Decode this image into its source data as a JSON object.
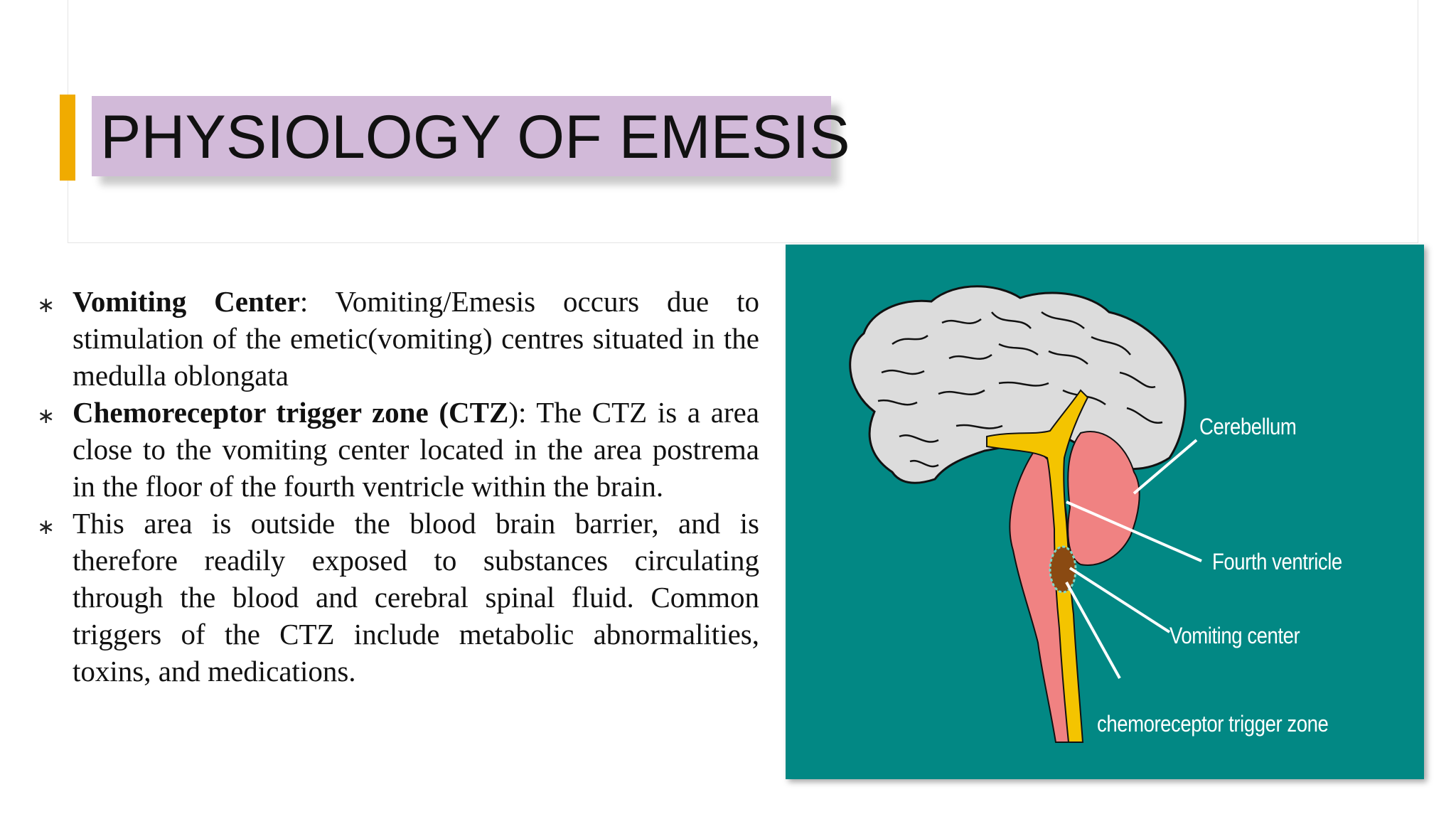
{
  "slide": {
    "title": "PHYSIOLOGY OF EMESIS",
    "accent_color": "#f0ab00",
    "title_box_color": "#d2bad9",
    "bullet_marker": "∗",
    "bullets": [
      {
        "term": "Vomiting Center",
        "text": ": Vomiting/Emesis occurs due to stimulation of the emetic(vomiting) centres situated in the medulla oblongata"
      },
      {
        "term": "Chemoreceptor trigger zone (CTZ",
        "text": "): The CTZ is a area close to the vomiting center located in the area postrema in the floor of the fourth ventricle within the brain."
      },
      {
        "term": "",
        "text": "This area is outside the blood brain barrier, and is therefore readily exposed to substances circulating through the blood and cerebral spinal fluid. Common triggers of the CTZ include metabolic abnormalities, toxins, and medications."
      }
    ]
  },
  "figure": {
    "background_color": "#028884",
    "labels": {
      "cerebellum": "Cerebellum",
      "fourth_ventricle": "Fourth ventricle",
      "vomiting_center": "Vomiting center",
      "ctz": "chemoreceptor trigger zone"
    }
  }
}
